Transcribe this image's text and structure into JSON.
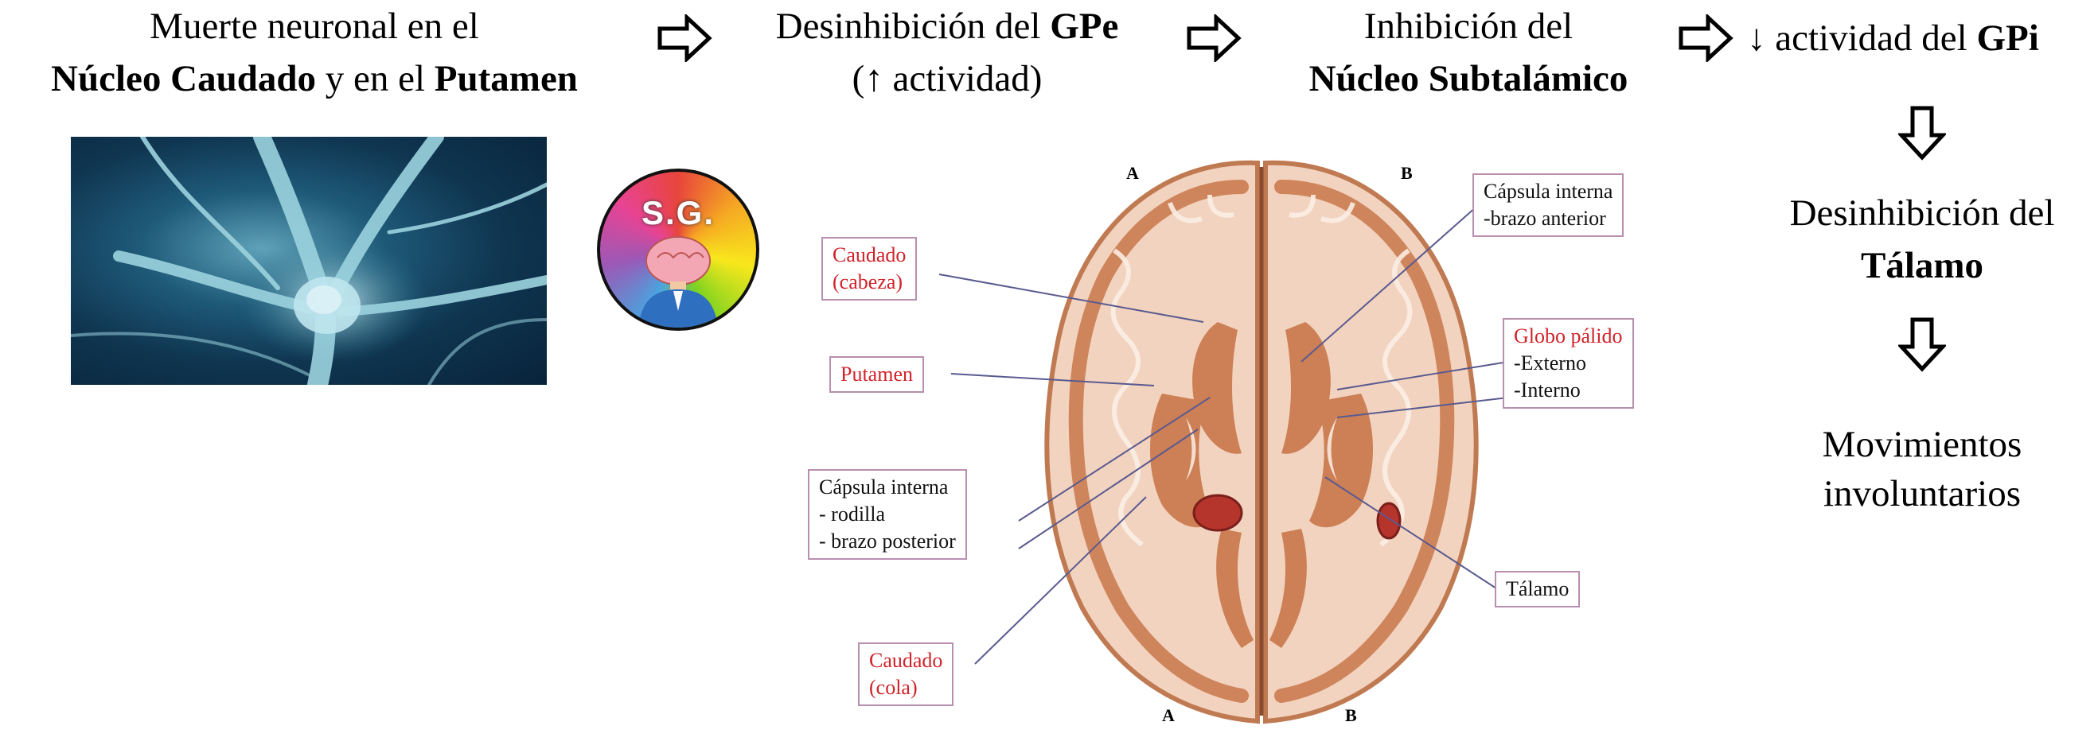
{
  "steps": {
    "s1": {
      "line1": "Muerte neuronal en el",
      "b1": "Núcleo Caudado",
      "mid": " y en el ",
      "b2": "Putamen"
    },
    "s2": {
      "pre": "Desinhibición del ",
      "bold": "GPe",
      "line2": "(↑ actividad)"
    },
    "s3": {
      "line1": "Inhibición del",
      "bold": "Núcleo Subtalámico"
    },
    "s4": {
      "pre": "↓ actividad del ",
      "bold": "GPi"
    },
    "s5": {
      "line1": "Desinhibición del",
      "bold": "Tálamo"
    },
    "s6": {
      "line1": "Movimientos",
      "line2": "involuntarios"
    }
  },
  "badge": {
    "text": "S.G."
  },
  "brain_corner_labels": {
    "top_left": "A",
    "top_right": "B",
    "bottom_left": "A",
    "bottom_right": "B"
  },
  "labels": {
    "caudado_cabeza": {
      "l1": "Caudado",
      "l2": "(cabeza)"
    },
    "putamen": {
      "l1": "Putamen"
    },
    "capsula_rodilla": {
      "l1": "Cápsula interna",
      "l2": "- rodilla",
      "l3": "- brazo posterior"
    },
    "caudado_cola": {
      "l1": "Caudado",
      "l2": "(cola)"
    },
    "capsula_anterior": {
      "l1": "Cápsula interna",
      "l2": "-brazo anterior"
    },
    "globo_palido": {
      "l1": "Globo pálido",
      "l2": "-Externo",
      "l3": "-Interno"
    },
    "talamo": {
      "l1": "Tálamo"
    }
  },
  "colors": {
    "label_red": "#d0232a",
    "box_border": "#b98fb0",
    "brain_tissue": "#f2d3bf",
    "brain_matter": "#c9774a"
  }
}
